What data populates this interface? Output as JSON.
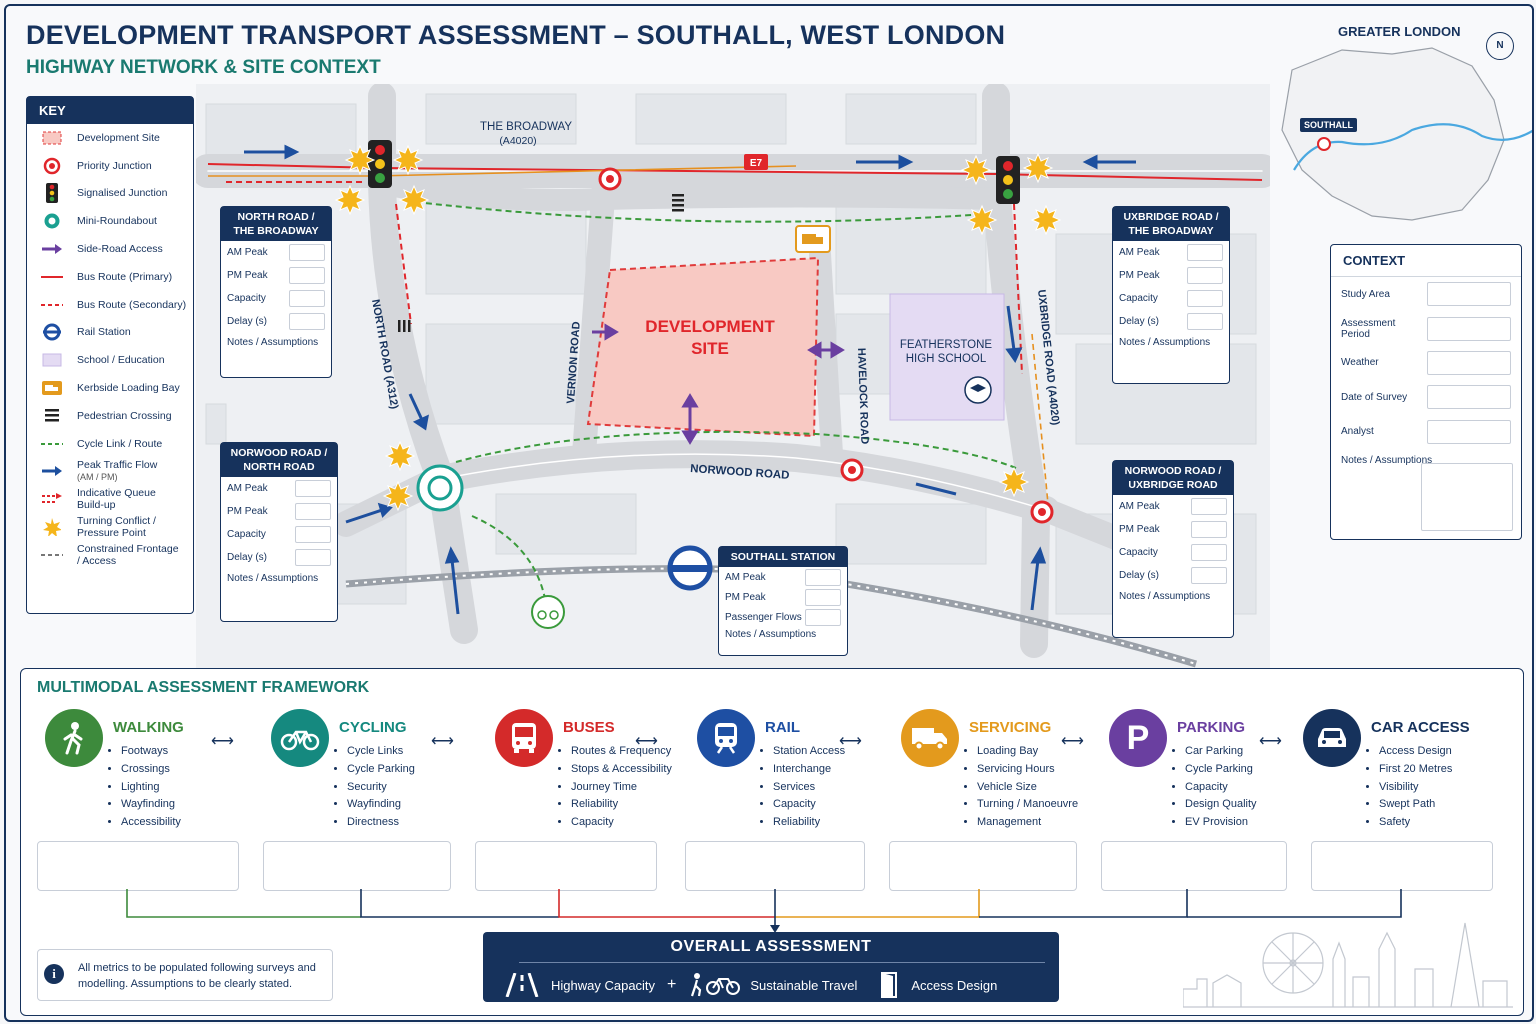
{
  "header": {
    "title": "DEVELOPMENT TRANSPORT ASSESSMENT – SOUTHALL, WEST LONDON",
    "subtitle": "HIGHWAY NETWORK & SITE CONTEXT"
  },
  "key": {
    "title": "KEY",
    "items": [
      {
        "label": "Development Site",
        "icon": "development-site-swatch"
      },
      {
        "label": "Priority Junction",
        "icon": "priority-junction-icon"
      },
      {
        "label": "Signalised Junction",
        "icon": "traffic-light-icon"
      },
      {
        "label": "Mini-Roundabout",
        "icon": "roundabout-icon"
      },
      {
        "label": "Side-Road Access",
        "icon": "purple-arrow-icon"
      },
      {
        "label": "Bus Route (Primary)",
        "icon": "red-line"
      },
      {
        "label": "Bus Route (Secondary)",
        "icon": "red-dashed-line"
      },
      {
        "label": "Rail Station",
        "icon": "underground-roundel-icon"
      },
      {
        "label": "School / Education",
        "icon": "school-swatch"
      },
      {
        "label": "Kerbside Loading Bay",
        "icon": "truck-icon"
      },
      {
        "label": "Pedestrian Crossing",
        "icon": "zebra-crossing-icon"
      },
      {
        "label": "Cycle Link / Route",
        "icon": "green-dashed-line"
      },
      {
        "label": "Peak Traffic Flow",
        "sub": "(AM / PM)",
        "icon": "blue-arrow-icon"
      },
      {
        "label": "Indicative Queue",
        "label2": "Build-up",
        "icon": "red-dashed-arrow-icon"
      },
      {
        "label": "Turning Conflict /",
        "label2": "Pressure Point",
        "icon": "starburst-icon"
      },
      {
        "label": "Constrained Frontage",
        "label2": "/ Access",
        "icon": "grey-dashed-line"
      }
    ]
  },
  "map": {
    "labels": {
      "broadway": "THE BROADWAY",
      "broadway_code": "(A4020)",
      "e7": "E7",
      "north_road": "NORTH ROAD (A312)",
      "vernon_road": "VERNON ROAD",
      "havelock_road": "HAVELOCK ROAD",
      "uxbridge_road": "UXBRIDGE ROAD (A4020)",
      "norwood_road": "NORWOOD ROAD",
      "dev_site_1": "DEVELOPMENT",
      "dev_site_2": "SITE",
      "school_1": "FEATHERSTONE",
      "school_2": "HIGH SCHOOL"
    }
  },
  "panels": {
    "nr_broadway": {
      "title1": "NORTH ROAD /",
      "title2": "THE BROADWAY",
      "rows": [
        "AM Peak",
        "PM Peak",
        "Capacity",
        "Delay (s)"
      ],
      "notes": "Notes / Assumptions"
    },
    "ux_broadway": {
      "title1": "UXBRIDGE ROAD /",
      "title2": "THE BROADWAY",
      "rows": [
        "AM Peak",
        "PM Peak",
        "Capacity",
        "Delay (s)"
      ],
      "notes": "Notes / Assumptions"
    },
    "nw_north": {
      "title1": "NORWOOD ROAD /",
      "title2": "NORTH ROAD",
      "rows": [
        "AM Peak",
        "PM Peak",
        "Capacity",
        "Delay (s)"
      ],
      "notes": "Notes / Assumptions"
    },
    "nw_ux": {
      "title1": "NORWOOD ROAD /",
      "title2": "UXBRIDGE ROAD",
      "rows": [
        "AM Peak",
        "PM Peak",
        "Capacity",
        "Delay (s)"
      ],
      "notes": "Notes / Assumptions"
    },
    "station": {
      "title1": "SOUTHALL STATION",
      "rows": [
        "AM Peak",
        "PM Peak",
        "Passenger Flows"
      ],
      "notes": "Notes / Assumptions"
    }
  },
  "minimap": {
    "title": "GREATER LONDON",
    "north": "N",
    "marker": "SOUTHALL"
  },
  "context": {
    "title": "CONTEXT",
    "rows": [
      "Study Area",
      "Assessment Period",
      "Weather",
      "Date of Survey",
      "Analyst"
    ],
    "notes": "Notes / Assumptions"
  },
  "framework": {
    "title": "MULTIMODAL ASSESSMENT FRAMEWORK",
    "modes": [
      {
        "name": "WALKING",
        "color": "#3d8a3c",
        "icon": "pedestrian-icon",
        "items": [
          "Footways",
          "Crossings",
          "Lighting",
          "Wayfinding",
          "Accessibility"
        ]
      },
      {
        "name": "CYCLING",
        "color": "#15897f",
        "icon": "bicycle-icon",
        "items": [
          "Cycle Links",
          "Cycle Parking",
          "Security",
          "Wayfinding",
          "Directness"
        ]
      },
      {
        "name": "BUSES",
        "color": "#d42a2a",
        "icon": "bus-icon",
        "items": [
          "Routes & Frequency",
          "Stops & Accessibility",
          "Journey Time",
          "Reliability",
          "Capacity"
        ]
      },
      {
        "name": "RAIL",
        "color": "#1e4fa3",
        "icon": "train-icon",
        "items": [
          "Station Access",
          "Interchange",
          "Services",
          "Capacity",
          "Reliability"
        ]
      },
      {
        "name": "SERVICING",
        "color": "#e39a1d",
        "icon": "truck-icon",
        "items": [
          "Loading Bay",
          "Servicing Hours",
          "Vehicle Size",
          "Turning / Manoeuvre",
          "Management"
        ]
      },
      {
        "name": "PARKING",
        "color": "#6a3fa0",
        "icon": "parking-icon",
        "items": [
          "Car Parking",
          "Cycle Parking",
          "Capacity",
          "Design Quality",
          "EV Provision"
        ]
      },
      {
        "name": "CAR ACCESS",
        "color": "#16325c",
        "icon": "car-icon",
        "items": [
          "Access Design",
          "First 20 Metres",
          "Visibility",
          "Swept Path",
          "Safety"
        ]
      }
    ],
    "note": "All metrics to be populated following surveys and modelling. Assumptions to be clearly stated.",
    "overall": {
      "title": "OVERALL ASSESSMENT",
      "item1": "Highway Capacity",
      "plus": "+",
      "item2": "Sustainable Travel",
      "item3": "Access Design"
    }
  }
}
